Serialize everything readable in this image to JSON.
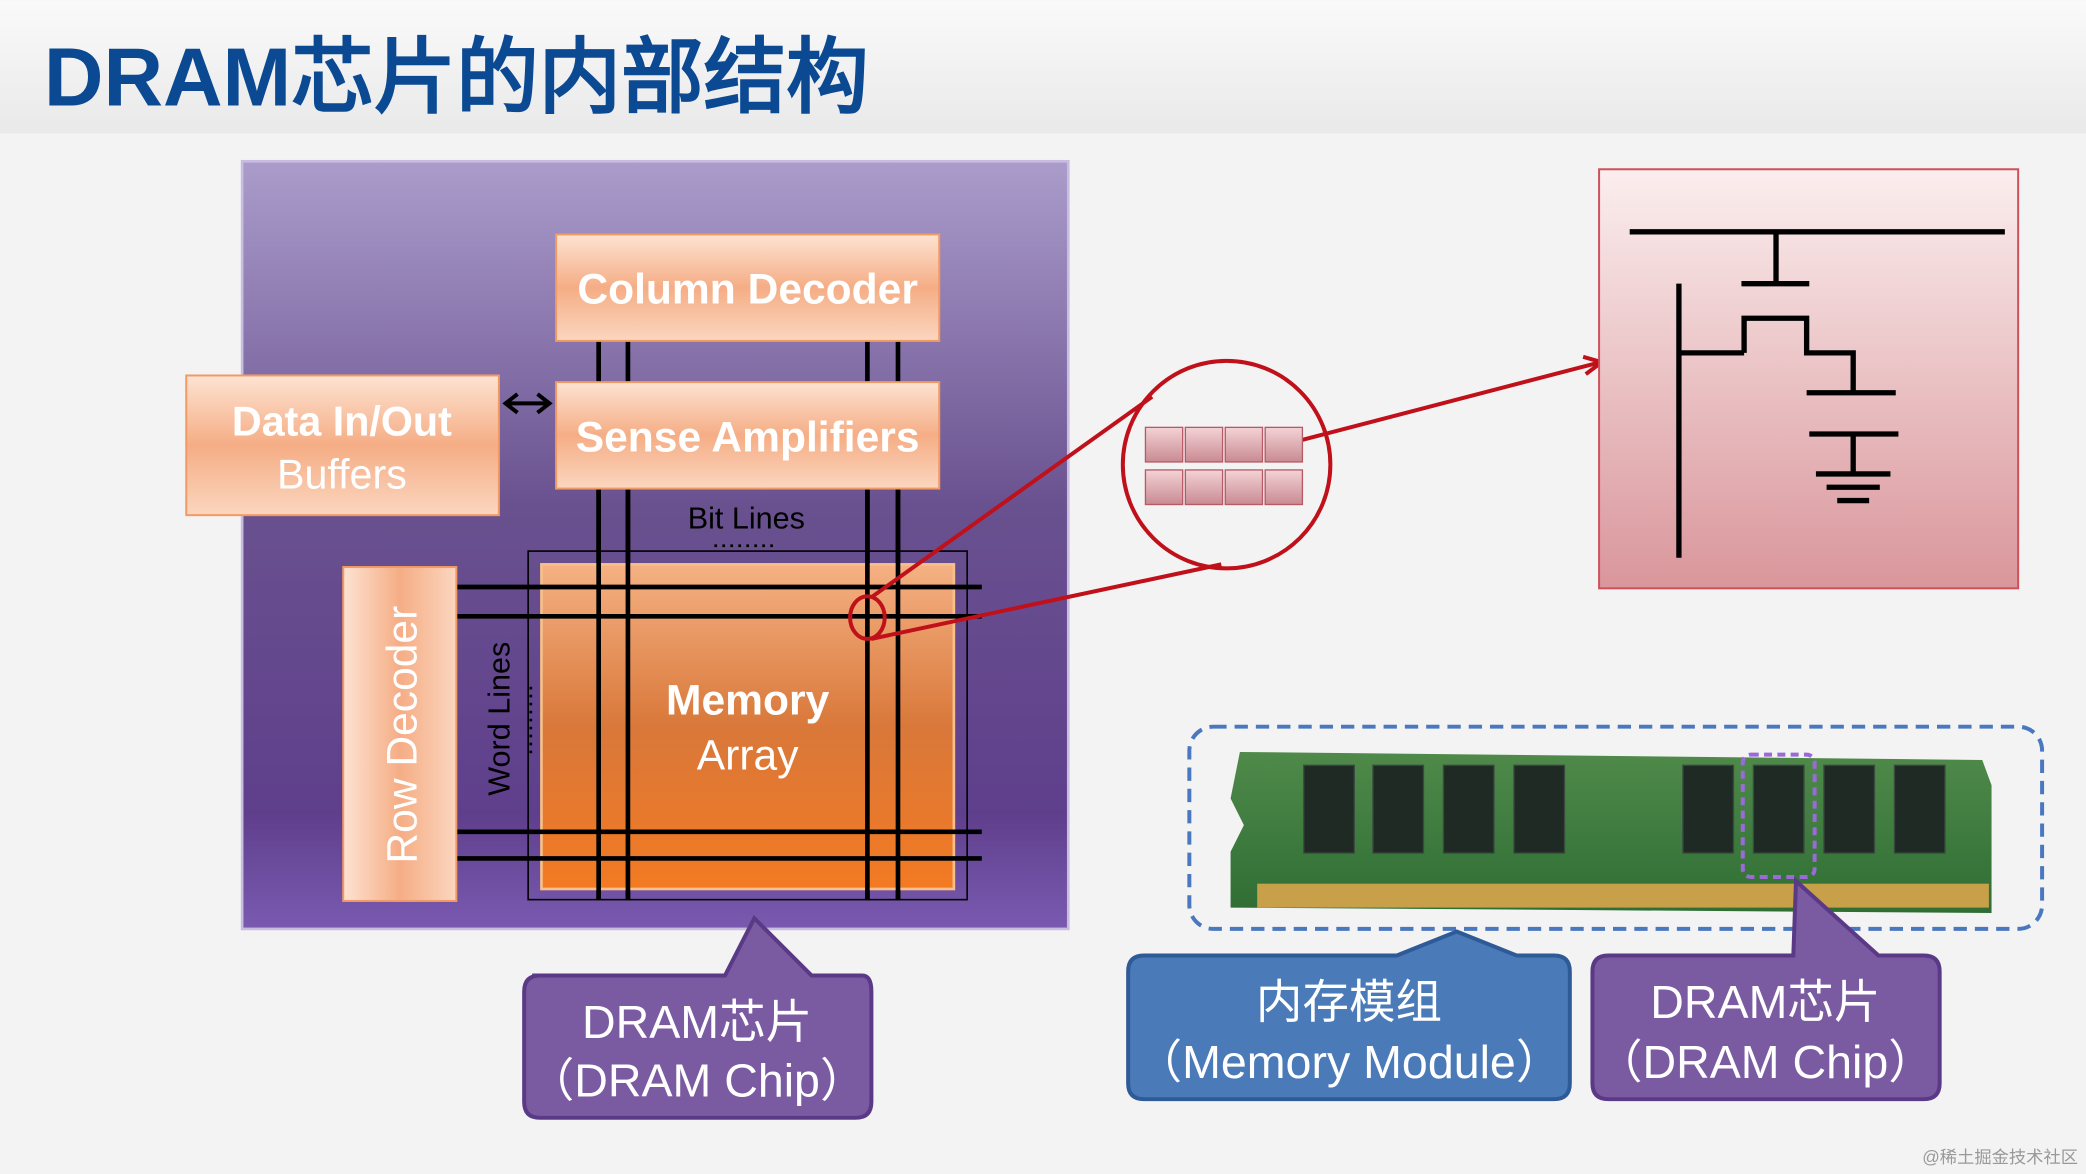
{
  "title": "DRAM芯片的内部结构",
  "chip_diagram": {
    "column_decoder": "Column Decoder",
    "sense_amplifiers": "Sense Amplifiers",
    "data_buffers_line1": "Data In/Out",
    "data_buffers_line2": "Buffers",
    "row_decoder": "Row Decoder",
    "bit_lines": "Bit Lines",
    "word_lines": "Word Lines",
    "memory_array_line1": "Memory",
    "memory_array_line2": "Array"
  },
  "callouts": {
    "chip_left_line1": "DRAM芯片",
    "chip_left_line2": "（DRAM Chip）",
    "module_line1": "内存模组",
    "module_line2": "（Memory Module）",
    "chip_right_line1": "DRAM芯片",
    "chip_right_line2": "（DRAM Chip）"
  },
  "colors": {
    "title": "#0b4a92",
    "highlight_red": "#c0101a",
    "callout_blue": "#4a7ab8",
    "callout_purple": "#7a5aa0"
  },
  "watermark": "@稀土掘金技术社区"
}
